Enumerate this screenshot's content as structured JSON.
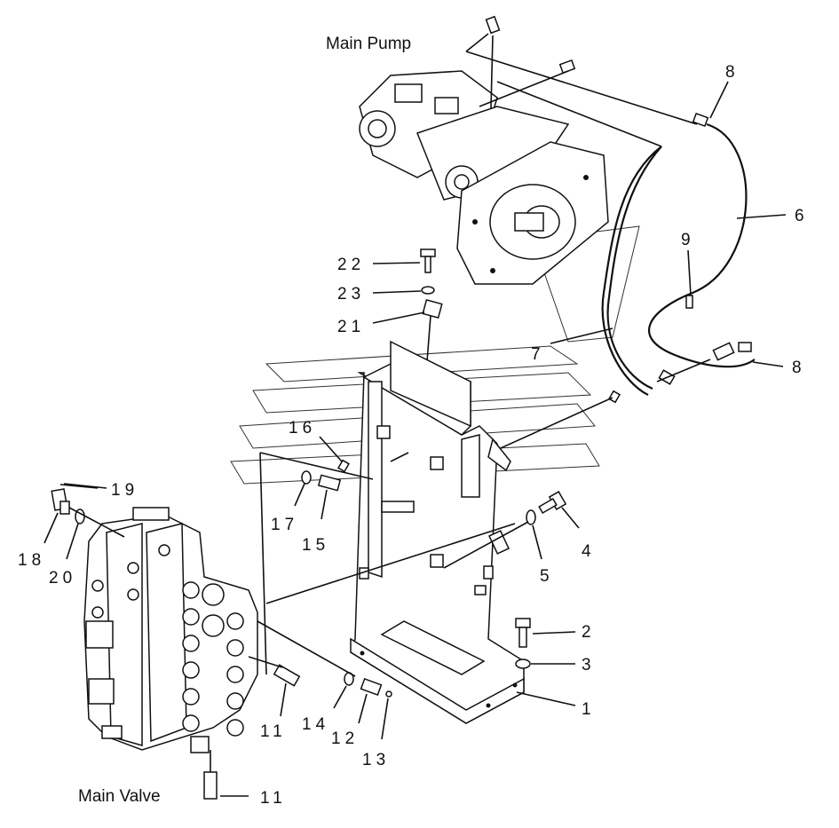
{
  "titles": {
    "main_pump": "Main Pump",
    "main_valve": "Main Valve"
  },
  "callouts": {
    "c1": "1",
    "c2": "2",
    "c3": "3",
    "c4": "4",
    "c5": "5",
    "c6": "6",
    "c7": "7",
    "c8a": "8",
    "c8b": "8",
    "c9": "9",
    "c11a": "11",
    "c11b": "11",
    "c12": "12",
    "c13": "13",
    "c14": "14",
    "c15": "15",
    "c16": "16",
    "c17": "17",
    "c18": "18",
    "c19": "19",
    "c20": "20",
    "c21": "21",
    "c22": "22",
    "c23": "23"
  }
}
